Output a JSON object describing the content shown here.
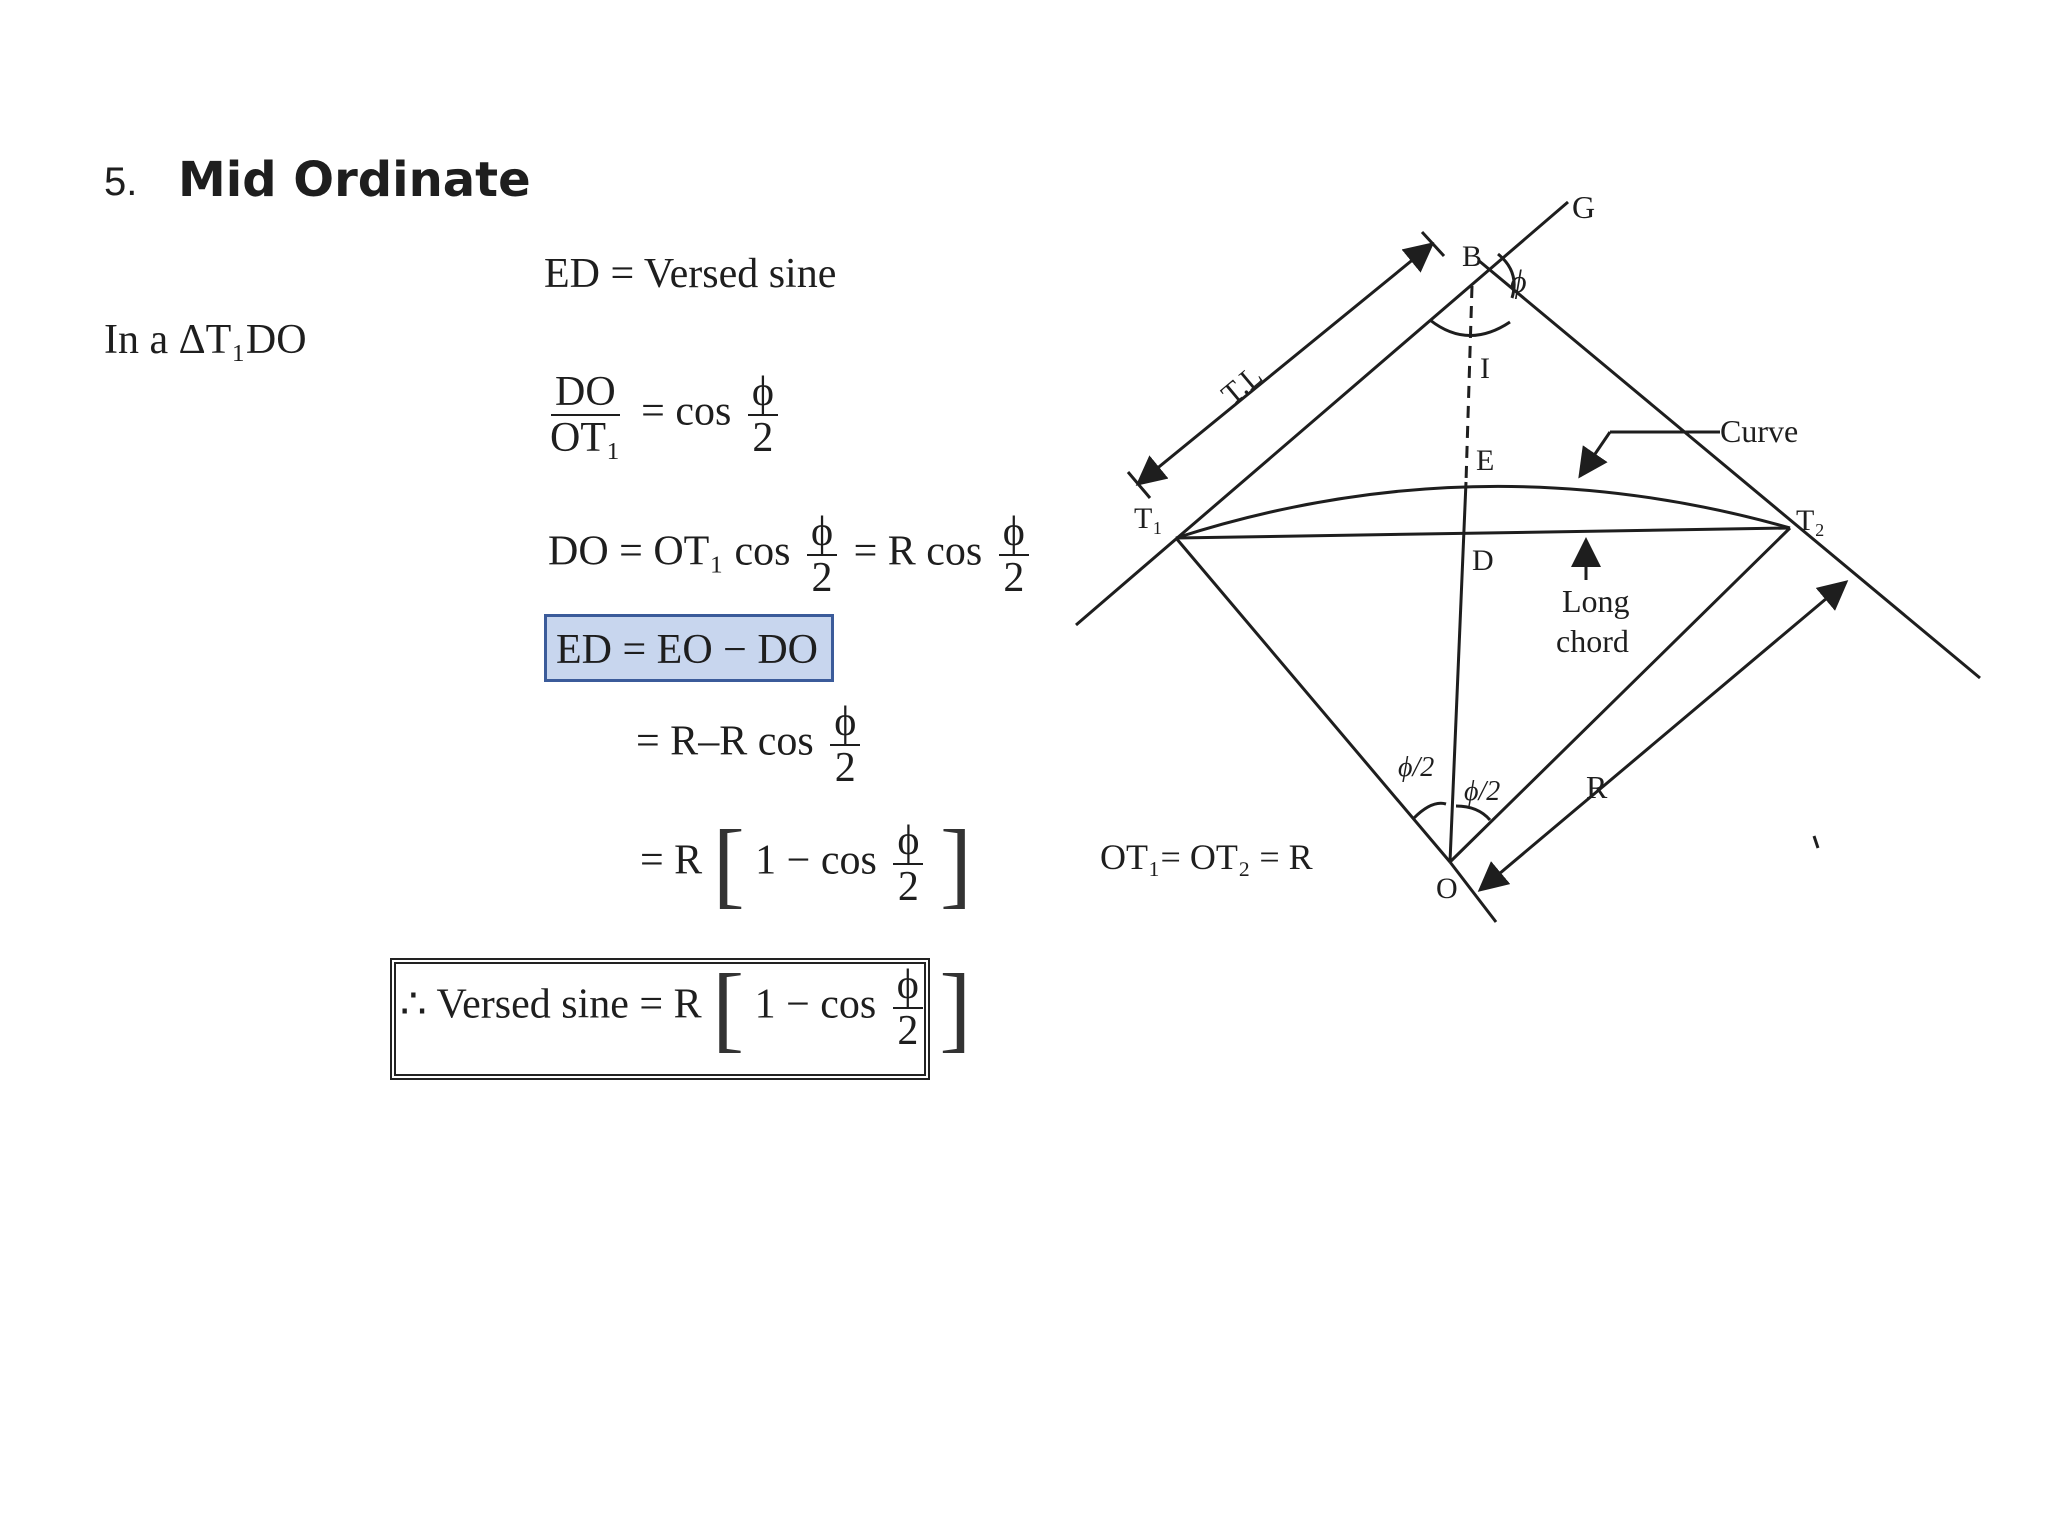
{
  "title": {
    "number": "5.",
    "text": "Mid Ordinate"
  },
  "triangle_label": "In a ΔT₁DO",
  "equations": {
    "ed_versed": "ED = Versed sine",
    "frac1_num": "DO",
    "frac1_den": "OT₁",
    "cos_eq": "= cos",
    "phi": "ϕ",
    "two": "2",
    "do_lhs": "DO = OT₁ cos",
    "eq_rcos": "= R cos",
    "ed_eo_do": "ED = EO − DO",
    "r_minus": "= R–R cos",
    "eq_r": "= R",
    "one_minus_cos": "1 − cos",
    "versed_result": "∴ Versed sine = R",
    "ot_eq": "OT₁= OT₂ = R"
  },
  "diagram": {
    "labels": {
      "G": "G",
      "B": "B",
      "phi": "ϕ",
      "I": "I",
      "TL": "T.L",
      "E": "E",
      "T1": "T₁",
      "T2": "T₂",
      "D": "D",
      "curve": "Curve",
      "long": "Long",
      "chord": "chord",
      "phi_half_left": "ϕ/2",
      "phi_half_right": "ϕ/2",
      "R": "R",
      "O": "O"
    }
  }
}
